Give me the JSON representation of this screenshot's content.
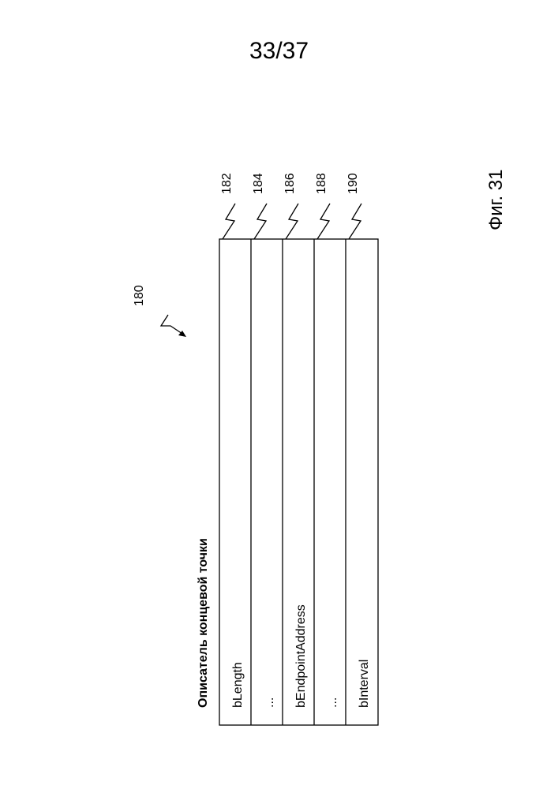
{
  "sheet": {
    "page_number": "33/37"
  },
  "figure": {
    "caption": "Фиг. 31",
    "title": "Описатель концевой точки",
    "ref_table": "180",
    "rows": [
      {
        "ref": "182",
        "label": "bLength"
      },
      {
        "ref": "184",
        "label": "..."
      },
      {
        "ref": "186",
        "label": "bEndpointAddress"
      },
      {
        "ref": "188",
        "label": "..."
      },
      {
        "ref": "190",
        "label": "bInterval"
      }
    ]
  }
}
